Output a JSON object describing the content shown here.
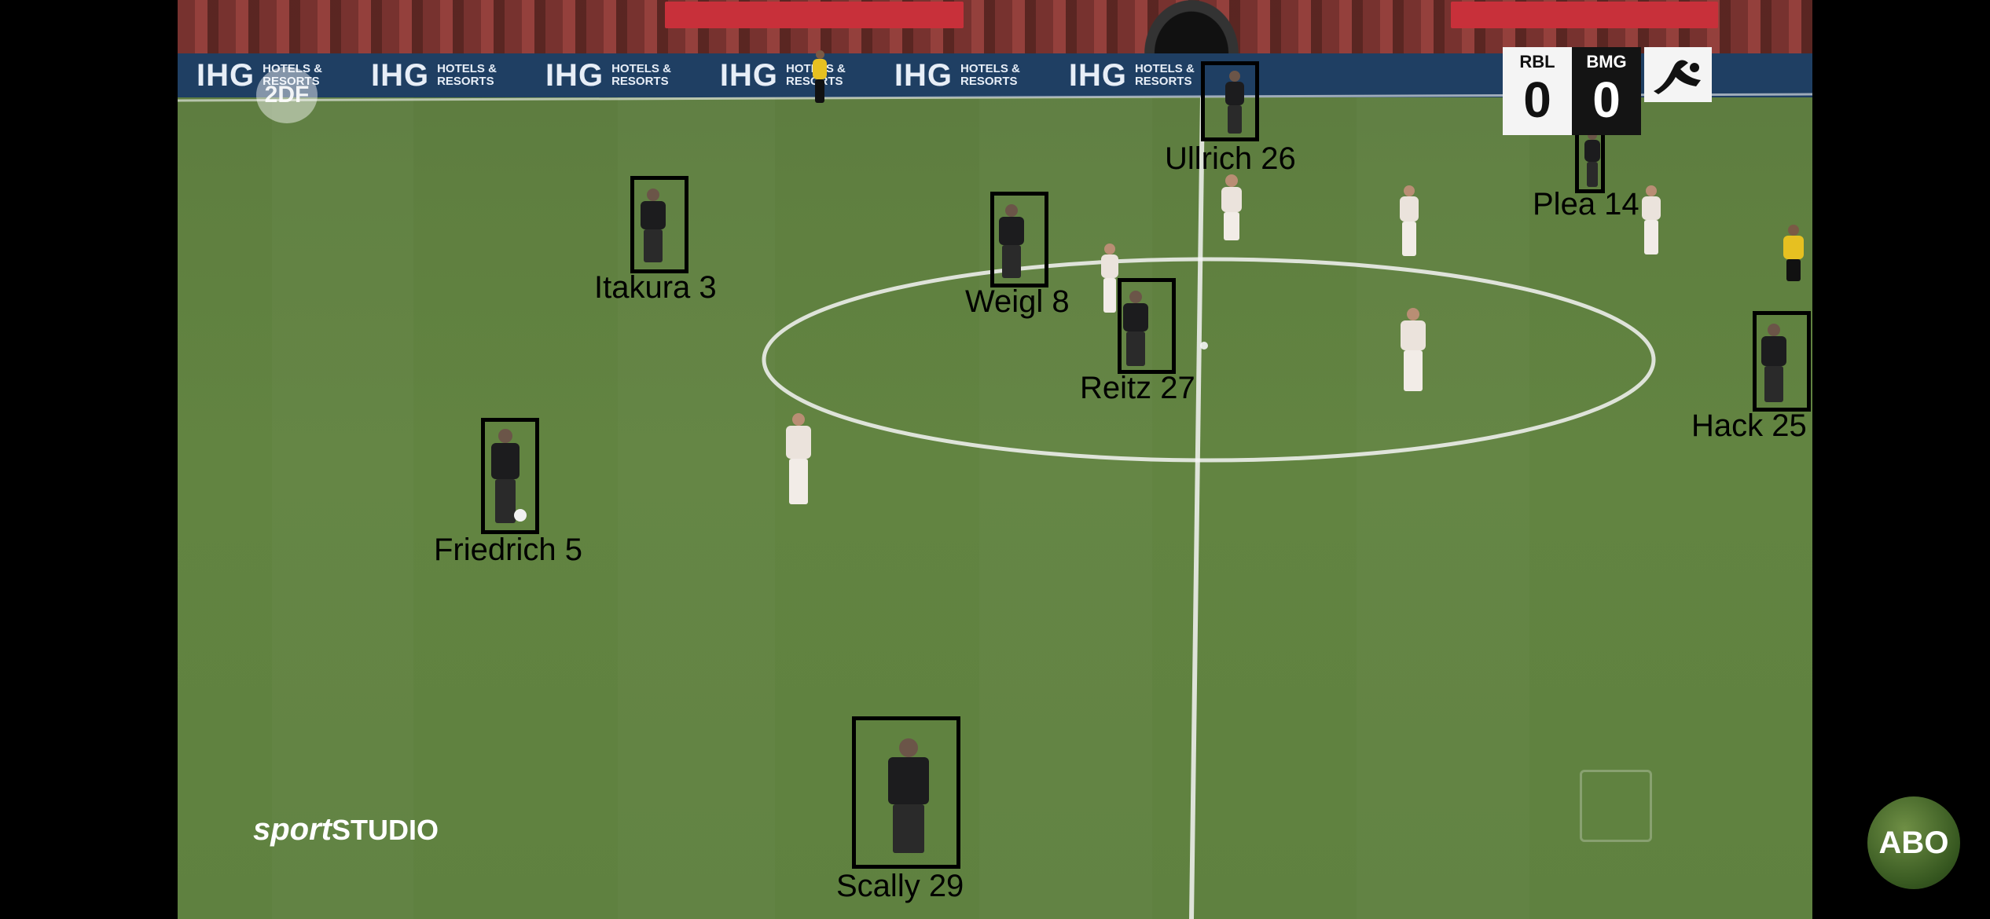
{
  "broadcaster": {
    "logo_text": "2DF"
  },
  "adboard": {
    "brand": "IHG",
    "line1": "HOTELS &",
    "line2": "RESORTS"
  },
  "scoreboard": {
    "home_team": "RBL",
    "home_score": "0",
    "away_team": "BMG",
    "away_score": "0"
  },
  "player_tags": [
    {
      "label": "Ullrich 26"
    },
    {
      "label": "Plea 14"
    },
    {
      "label": "Itakura 3"
    },
    {
      "label": "Weigl 8"
    },
    {
      "label": "Reitz 27"
    },
    {
      "label": "Hack 25"
    },
    {
      "label": "Friedrich 5"
    },
    {
      "label": "Scally 29"
    }
  ],
  "program_logo": {
    "part1": "sport",
    "part2": "STUDIO"
  },
  "subscribe_button": {
    "label": "ABO"
  },
  "colors": {
    "pitch": "#628441",
    "annotation": "#000000",
    "home_kit": "#ebe3dc",
    "away_kit": "#1c1c1e",
    "referee_kit": "#e6c021",
    "adboard": "#1f3f63"
  }
}
